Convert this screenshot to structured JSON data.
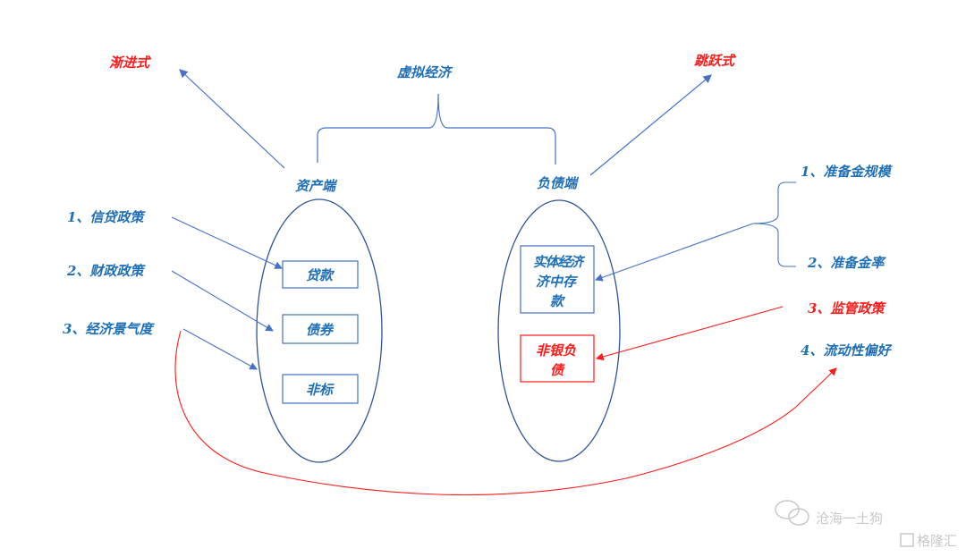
{
  "top": {
    "left_mode": "渐进式",
    "center": "虚拟经济",
    "right_mode": "跳跃式"
  },
  "asset": {
    "title": "资产端",
    "items": [
      "贷款",
      "债券",
      "非标"
    ]
  },
  "liability": {
    "title": "负债端",
    "deposit_line1": "实体经济",
    "deposit_line2": "济中存",
    "deposit_line3": "款",
    "nonbank_line1": "非银负",
    "nonbank_line2": "债"
  },
  "left_factors": [
    "1、信贷政策",
    "2、财政政策",
    "3、经济景气度"
  ],
  "right_factors": [
    "1、准备金规模",
    "2、准备金率",
    "3、监管政策",
    "4、流动性偏好"
  ],
  "watermark": {
    "account": "沧海一土狗",
    "source": "格隆汇"
  },
  "colors": {
    "blue": "#1f6fb5",
    "line": "#4472c4",
    "ellipse": "#2f5597",
    "red": "#ff1a1a"
  }
}
